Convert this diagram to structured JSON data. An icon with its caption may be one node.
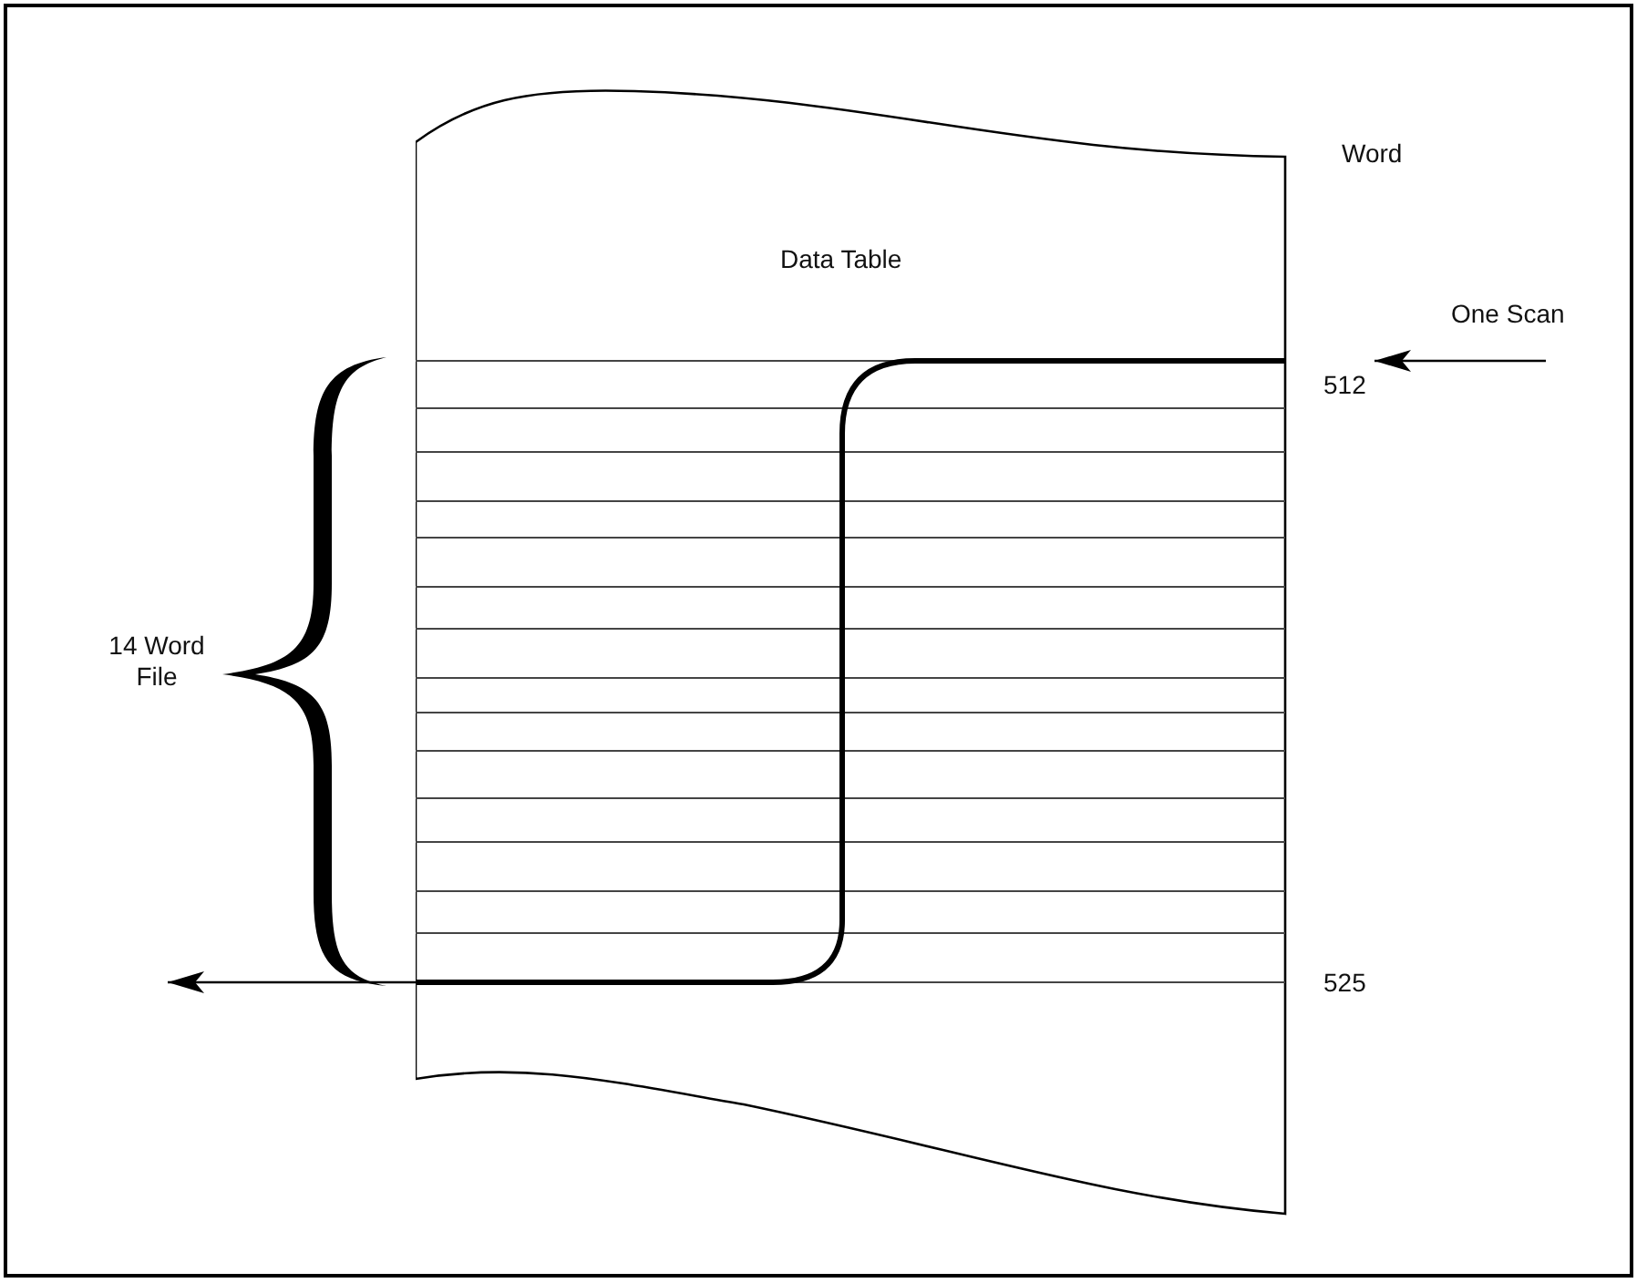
{
  "diagram": {
    "nodes": [
      {
        "text": [
          "Data Table"
        ]
      },
      {
        "text": [
          "One Scan"
        ]
      },
      {
        "text": [
          "512"
        ]
      },
      {
        "text": [],
        "shape": "bracket"
      }
    ],
    "edges": [
      {
        "from": 1,
        "to": 2,
        "arrow": "to"
      },
      {
        "from": 0,
        "to": null,
        "arrow": "to"
      }
    ],
    "labels": [
      "Word",
      "14 Word File",
      "525"
    ]
  }
}
